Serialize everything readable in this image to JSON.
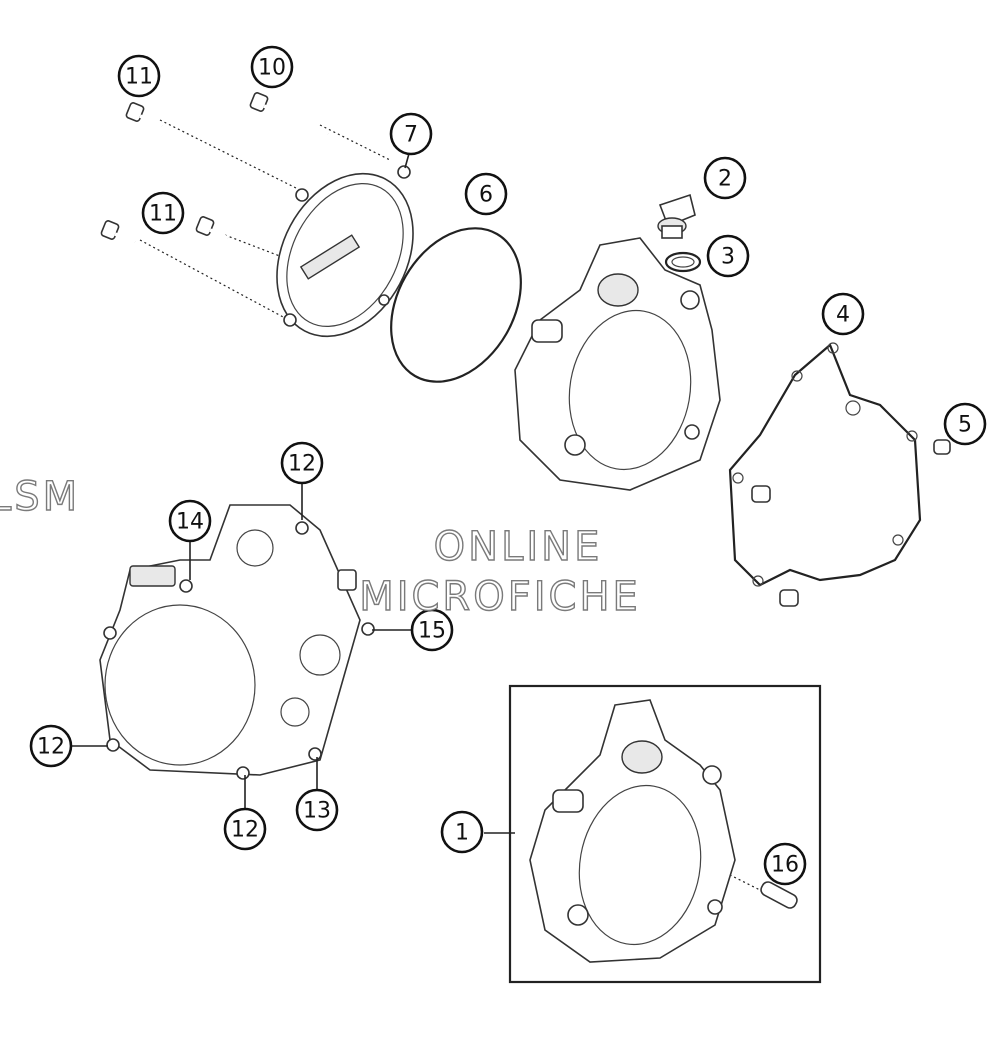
{
  "watermark": {
    "line1": "HLSM",
    "line2": "ONLINE",
    "line3": "MICROFICHE"
  },
  "callouts": [
    {
      "id": "c1",
      "label": "1"
    },
    {
      "id": "c2",
      "label": "2"
    },
    {
      "id": "c3",
      "label": "3"
    },
    {
      "id": "c4",
      "label": "4"
    },
    {
      "id": "c5",
      "label": "5"
    },
    {
      "id": "c6",
      "label": "6"
    },
    {
      "id": "c7",
      "label": "7"
    },
    {
      "id": "c10",
      "label": "10"
    },
    {
      "id": "c11a",
      "label": "11"
    },
    {
      "id": "c11b",
      "label": "11"
    },
    {
      "id": "c12a",
      "label": "12"
    },
    {
      "id": "c12b",
      "label": "12"
    },
    {
      "id": "c12c",
      "label": "12"
    },
    {
      "id": "c13",
      "label": "13"
    },
    {
      "id": "c14",
      "label": "14"
    },
    {
      "id": "c15",
      "label": "15"
    },
    {
      "id": "c16",
      "label": "16"
    }
  ],
  "colors": {
    "line": "#333333",
    "background": "#ffffff",
    "watermark_outline": "#7a7a7a"
  }
}
